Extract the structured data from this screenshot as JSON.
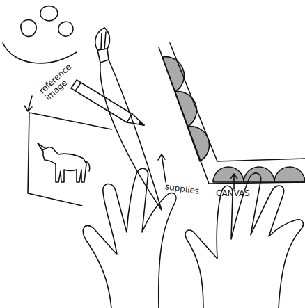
{
  "diagram": {
    "labels": [
      "reference image",
      "supplies",
      "CANVAS"
    ]
  }
}
